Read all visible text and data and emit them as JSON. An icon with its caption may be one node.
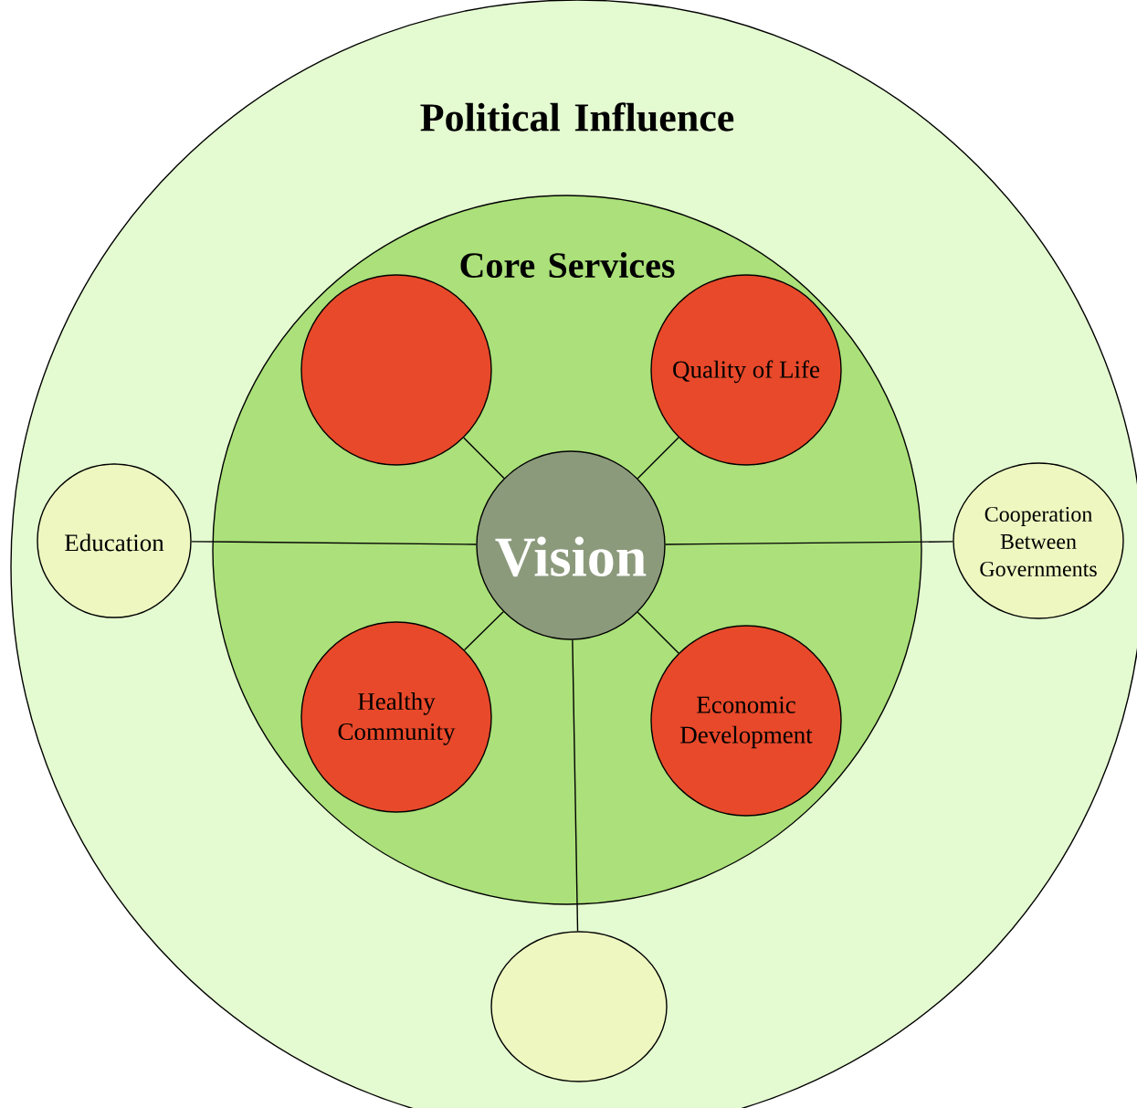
{
  "diagram": {
    "nodes": [
      {
        "text": [
          "Political Influence"
        ]
      },
      {
        "text": [
          "Core Services"
        ],
        "in": 0
      },
      {
        "text": [
          "Vision"
        ],
        "in": 1
      },
      {
        "text": [],
        "shape": "circle",
        "in": 1
      },
      {
        "text": [
          "Quality of Life"
        ],
        "in": 1
      },
      {
        "text": [
          "Education"
        ],
        "in": 0
      },
      {
        "text": [
          "Cooperation Between Governments"
        ],
        "in": 0
      },
      {
        "text": [
          "Healthy Community"
        ],
        "in": 1
      },
      {
        "text": [
          "Economic Development"
        ],
        "in": 1
      },
      {
        "text": [],
        "shape": "circle",
        "in": 0
      }
    ],
    "edges": [
      {
        "from": 2,
        "to": 3,
        "arrow": "none"
      },
      {
        "from": 2,
        "to": 4,
        "arrow": "none"
      },
      {
        "from": 2,
        "to": 5,
        "arrow": "none"
      },
      {
        "from": 2,
        "to": 6,
        "arrow": "none"
      },
      {
        "from": 2,
        "to": 7,
        "arrow": "none"
      },
      {
        "from": 2,
        "to": 8,
        "arrow": "none"
      },
      {
        "from": 2,
        "to": 9,
        "arrow": "none"
      }
    ]
  }
}
